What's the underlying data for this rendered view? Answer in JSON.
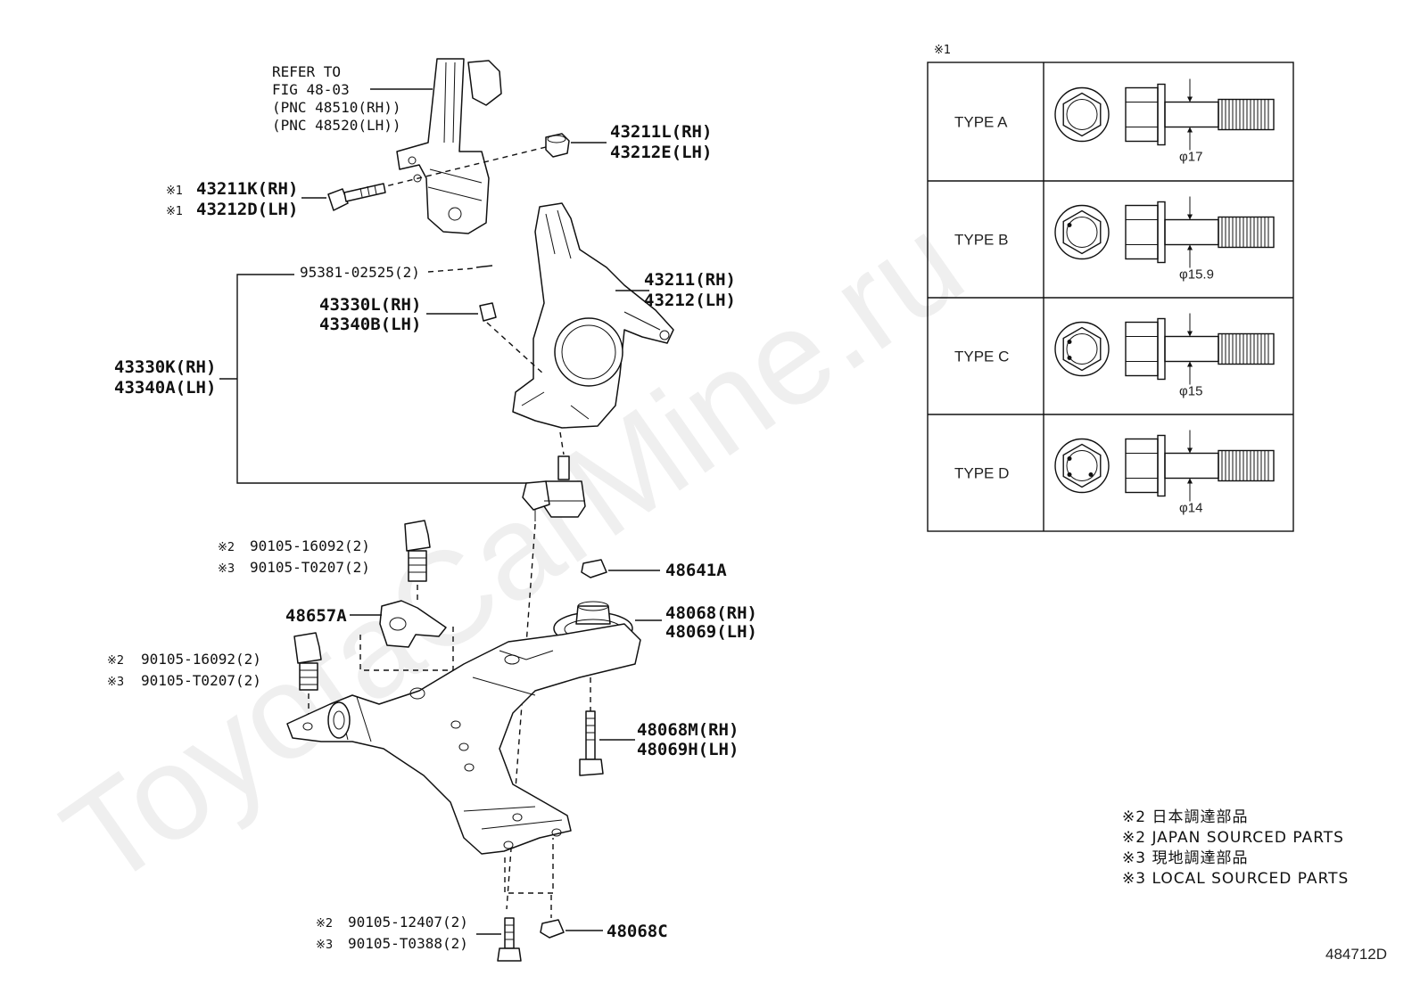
{
  "refer": {
    "line1": "REFER TO",
    "line2": "FIG 48-03",
    "line3": "(PNC 48510(RH))",
    "line4": "(PNC 48520(LH))"
  },
  "watermark": "ToyotaCarMine.ru",
  "labels": {
    "p43211L": "43211L(RH)",
    "p43212E": "43212E(LH)",
    "p43211K_mark": "※1",
    "p43211K": "43211K(RH)",
    "p43212D_mark": "※1",
    "p43212D": "43212D(LH)",
    "p95381": "95381-02525(2)",
    "p43211": "43211(RH)",
    "p43212": "43212(LH)",
    "p43330L": "43330L(RH)",
    "p43340B": "43340B(LH)",
    "p43330K": "43330K(RH)",
    "p43340A": "43340A(LH)",
    "bolt1_mark2": "※2",
    "bolt1_a": "90105-16092(2)",
    "bolt1_mark3": "※3",
    "bolt1_b": "90105-T0207(2)",
    "p48641A": "48641A",
    "p48657A": "48657A",
    "p48068RH": "48068(RH)",
    "p48069LH": "48069(LH)",
    "bolt2_mark2": "※2",
    "bolt2_a": "90105-16092(2)",
    "bolt2_mark3": "※3",
    "bolt2_b": "90105-T0207(2)",
    "p48068M": "48068M(RH)",
    "p48069H": "48069H(LH)",
    "bolt3_mark2": "※2",
    "bolt3_a": "90105-12407(2)",
    "bolt3_mark3": "※3",
    "bolt3_b": "90105-T0388(2)",
    "p48068C": "48068C"
  },
  "type_table": {
    "header_mark": "※1",
    "rows": [
      {
        "type": "TYPE A",
        "diameter": "φ17"
      },
      {
        "type": "TYPE B",
        "diameter": "φ15.9"
      },
      {
        "type": "TYPE C",
        "diameter": "φ15"
      },
      {
        "type": "TYPE D",
        "diameter": "φ14"
      }
    ]
  },
  "notes": [
    "※2 日本調達部品",
    "※2 JAPAN SOURCED PARTS",
    "※3 現地調達部品",
    "※3 LOCAL SOURCED PARTS"
  ],
  "figure_code": "484712D"
}
